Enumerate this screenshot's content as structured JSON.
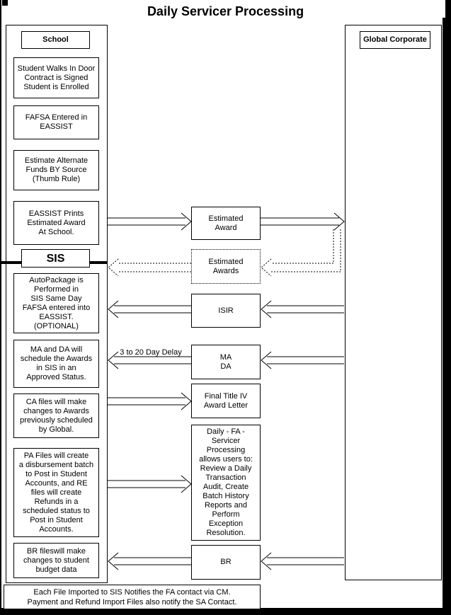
{
  "title": "Daily Servicer Processing",
  "school_section": {
    "header": "School",
    "boxes": [
      "Student Walks In Door\nContract is Signed\nStudent is Enrolled",
      "FAFSA Entered in\nEASSIST",
      "Estimate Alternate\nFunds BY Source\n(Thumb Rule)",
      "EASSIST Prints\nEstimated Award\nAt School."
    ]
  },
  "sis_section": {
    "header": "SIS",
    "boxes": [
      "AutoPackage is\nPerformed in\nSIS Same Day\nFAFSA entered into\nEASSIST.\n(OPTIONAL)",
      "MA and  DA will\nschedule the Awards\nin SIS in an\nApproved Status.",
      "CA files will make\nchanges to Awards\npreviously scheduled\nby Global.",
      "PA Files will create\na disbursement batch\nto Post in Student\nAccounts, and  RE\nfiles will create\nRefunds in a\nscheduled status to\nPost in Student\nAccounts.",
      "BR fileswill make\nchanges to student\nbudget data"
    ]
  },
  "middle_boxes": {
    "estimated_award": "Estimated\nAward",
    "estimated_awards": "Estimated\nAwards",
    "isir": "ISIR",
    "ma_da": "MA\nDA",
    "final_title_iv": "Final Title IV\nAward Letter",
    "daily_fa": "Daily - FA -\nServicer\nProcessing\nallows users to:\nReview a Daily\nTransaction\nAudit, Create\nBatch History\nReports and\nPerform\nException\nResolution.",
    "br": "BR"
  },
  "global_section": {
    "header": "Global Corporate"
  },
  "labels": {
    "delay": "3 to 20 Day Delay"
  },
  "footer_note": "Each File Imported to SIS Notifies the FA contact via CM.\nPayment and Refund Import Files also notify the SA Contact.",
  "colors": {
    "line": "#000000",
    "background": "#ffffff"
  }
}
